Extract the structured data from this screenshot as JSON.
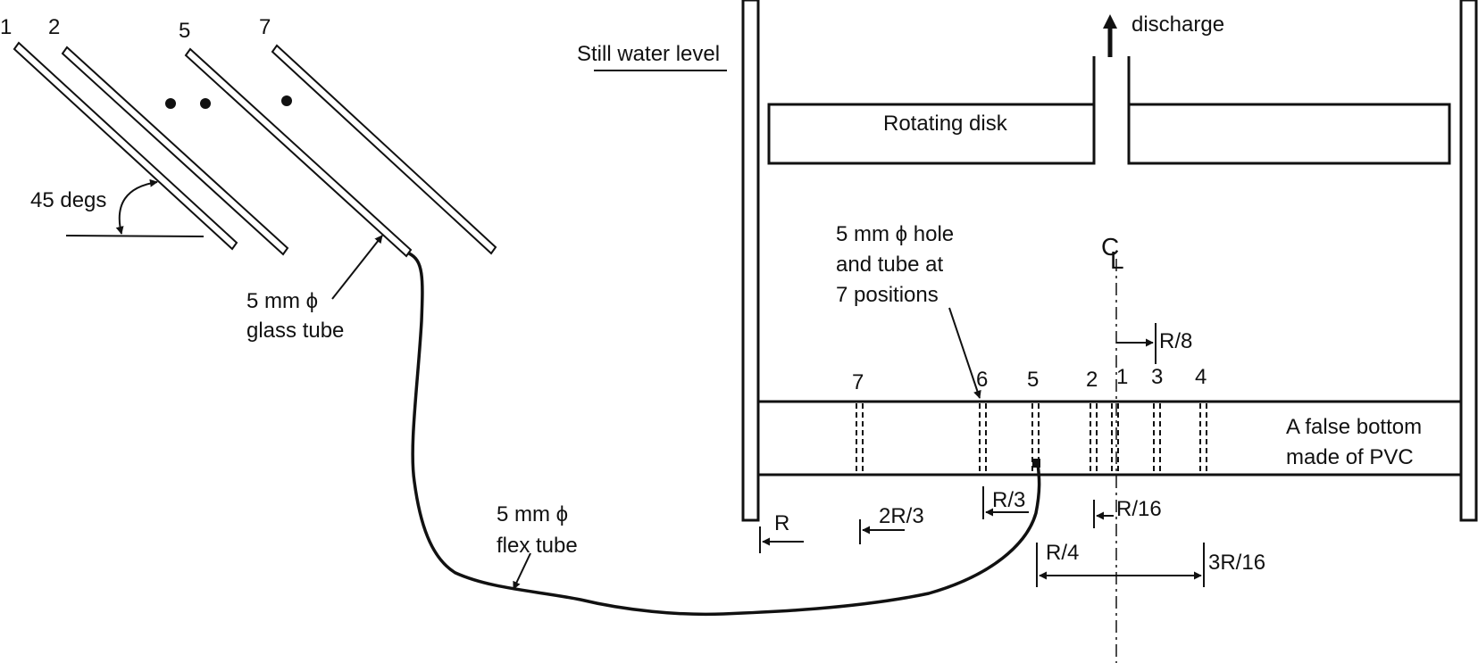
{
  "figure": {
    "tube_numbers": [
      "1",
      "2",
      "5",
      "7"
    ],
    "angle_label": "45 degs",
    "glass_tube_label": [
      "5 mm ϕ",
      "glass tube"
    ],
    "flex_tube_label": [
      "5 mm ϕ",
      "flex tube"
    ],
    "still_water_label": "Still water level",
    "discharge_label": "discharge",
    "rotating_disk_label": "Rotating disk",
    "hole_label": [
      "5 mm ϕ hole",
      "and tube at",
      "7 positions"
    ],
    "centerline_c": "C",
    "centerline_l": "L",
    "false_bottom_label": [
      "A false bottom",
      "made of PVC"
    ],
    "position_numbers": [
      "7",
      "6",
      "5",
      "2",
      "1",
      "3",
      "4"
    ],
    "dimension_labels": {
      "r_8": "R/8",
      "r_3": "R/3",
      "r_16": "R/16",
      "r": "R",
      "two_r_3": "2R/3",
      "r_4": "R/4",
      "three_r_16": "3R/16"
    }
  }
}
